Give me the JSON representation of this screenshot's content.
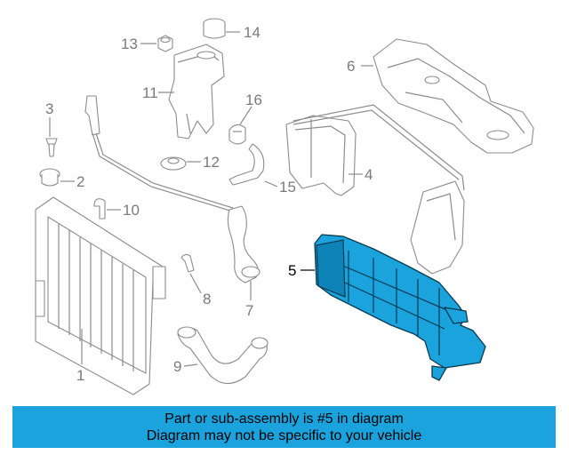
{
  "callouts": {
    "c1": "1",
    "c2": "2",
    "c3": "3",
    "c4": "4",
    "c5": "5",
    "c6": "6",
    "c7": "7",
    "c8": "8",
    "c9": "9",
    "c10": "10",
    "c11": "11",
    "c12": "12",
    "c13": "13",
    "c14": "14",
    "c15": "15",
    "c16": "16"
  },
  "highlighted_part": "5",
  "colors": {
    "highlight": "#1aa3dd",
    "banner": "#1aa3dd",
    "linework": "#8c8c8c"
  },
  "banner": {
    "line1": "Part or sub-assembly is #5 in diagram",
    "line2": "Diagram may not be specific to your vehicle"
  }
}
